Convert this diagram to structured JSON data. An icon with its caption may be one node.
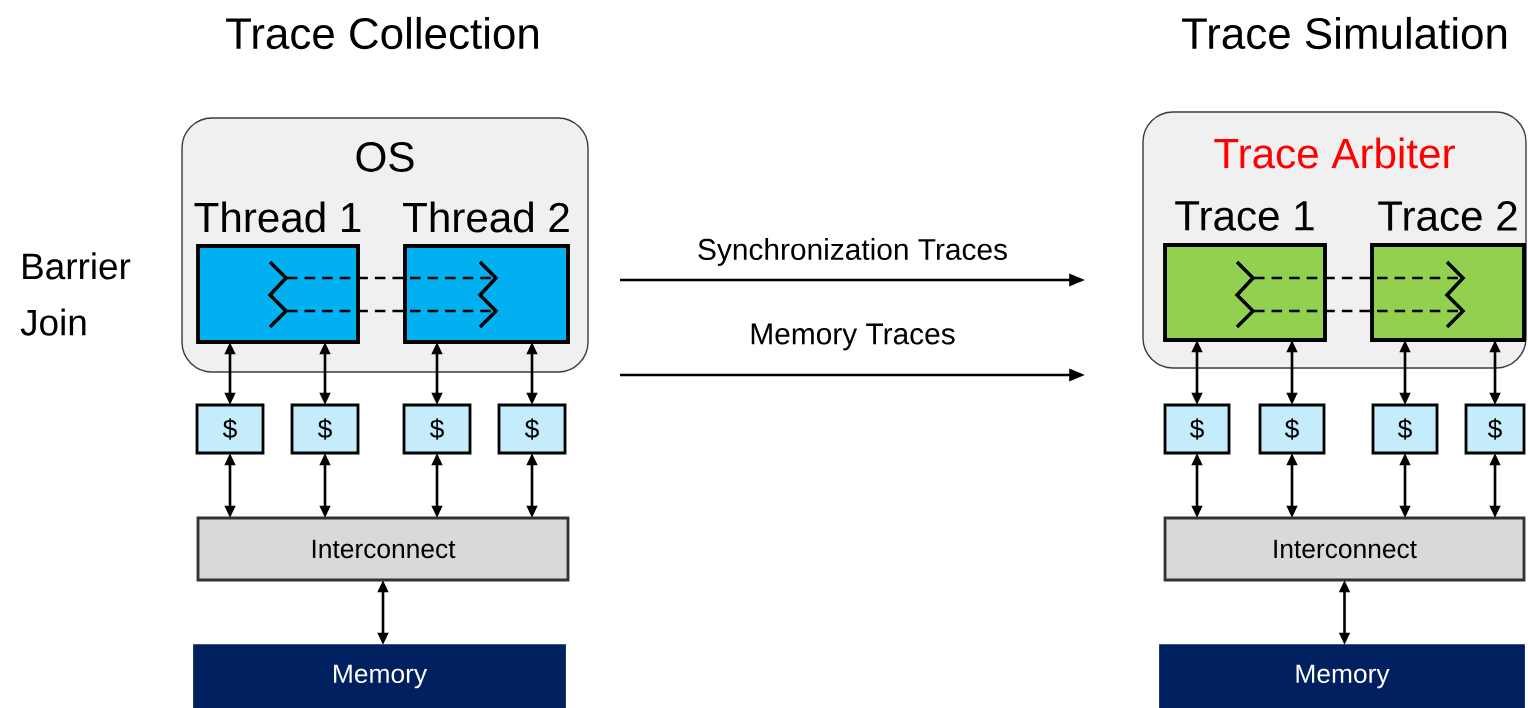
{
  "diagram": {
    "nodes": [
      {
        "text": [
          "OS"
        ]
      },
      {
        "text": [
          "Thread 1"
        ],
        "in": 0
      },
      {
        "text": [
          "Thread 2"
        ],
        "in": 0
      },
      {
        "text": [
          "$"
        ]
      },
      {
        "text": [
          "$"
        ]
      },
      {
        "text": [
          "$"
        ]
      },
      {
        "text": [
          "$"
        ]
      },
      {
        "text": [
          "Interconnect"
        ]
      },
      {
        "text": [
          "Memory"
        ]
      },
      {
        "text": [
          "Trace Arbiter"
        ]
      },
      {
        "text": [
          "Trace 1"
        ],
        "in": 9
      },
      {
        "text": [
          "Trace 2"
        ],
        "in": 9
      },
      {
        "text": [
          "$"
        ]
      },
      {
        "text": [
          "$"
        ]
      },
      {
        "text": [
          "$"
        ]
      },
      {
        "text": [
          "$"
        ]
      },
      {
        "text": [
          "Interconnect"
        ]
      },
      {
        "text": [
          "Memory"
        ]
      }
    ],
    "edges": [
      {
        "from": 1,
        "to": 3,
        "arrow": "both"
      },
      {
        "from": 1,
        "to": 4,
        "arrow": "both"
      },
      {
        "from": 2,
        "to": 5,
        "arrow": "both"
      },
      {
        "from": 2,
        "to": 6,
        "arrow": "both"
      },
      {
        "from": 3,
        "to": 7,
        "arrow": "both"
      },
      {
        "from": 4,
        "to": 7,
        "arrow": "both"
      },
      {
        "from": 5,
        "to": 7,
        "arrow": "both"
      },
      {
        "from": 6,
        "to": 7,
        "arrow": "both"
      },
      {
        "from": 7,
        "to": 8,
        "arrow": "both"
      },
      {
        "from": 10,
        "to": 12,
        "arrow": "both"
      },
      {
        "from": 10,
        "to": 13,
        "arrow": "both"
      },
      {
        "from": 11,
        "to": 14,
        "arrow": "both"
      },
      {
        "from": 11,
        "to": 15,
        "arrow": "both"
      },
      {
        "from": 12,
        "to": 16,
        "arrow": "both"
      },
      {
        "from": 13,
        "to": 16,
        "arrow": "both"
      },
      {
        "from": 14,
        "to": 16,
        "arrow": "both"
      },
      {
        "from": 15,
        "to": 16,
        "arrow": "both"
      },
      {
        "from": 16,
        "to": 17,
        "arrow": "both"
      },
      {
        "from": 0,
        "to": 9,
        "arrow": "to",
        "label": "Synchronization Traces"
      },
      {
        "from": 0,
        "to": 9,
        "arrow": "to",
        "label": "Memory Traces"
      },
      {
        "from": 1,
        "to": 2,
        "arrow": "none",
        "style": "dashed"
      },
      {
        "from": 1,
        "to": 2,
        "arrow": "none",
        "style": "dashed"
      },
      {
        "from": 10,
        "to": 11,
        "arrow": "none",
        "style": "dashed"
      },
      {
        "from": 10,
        "to": 11,
        "arrow": "none",
        "style": "dashed"
      }
    ],
    "labels": [
      "Trace Collection",
      "Trace Simulation",
      "Barrier Join"
    ]
  }
}
